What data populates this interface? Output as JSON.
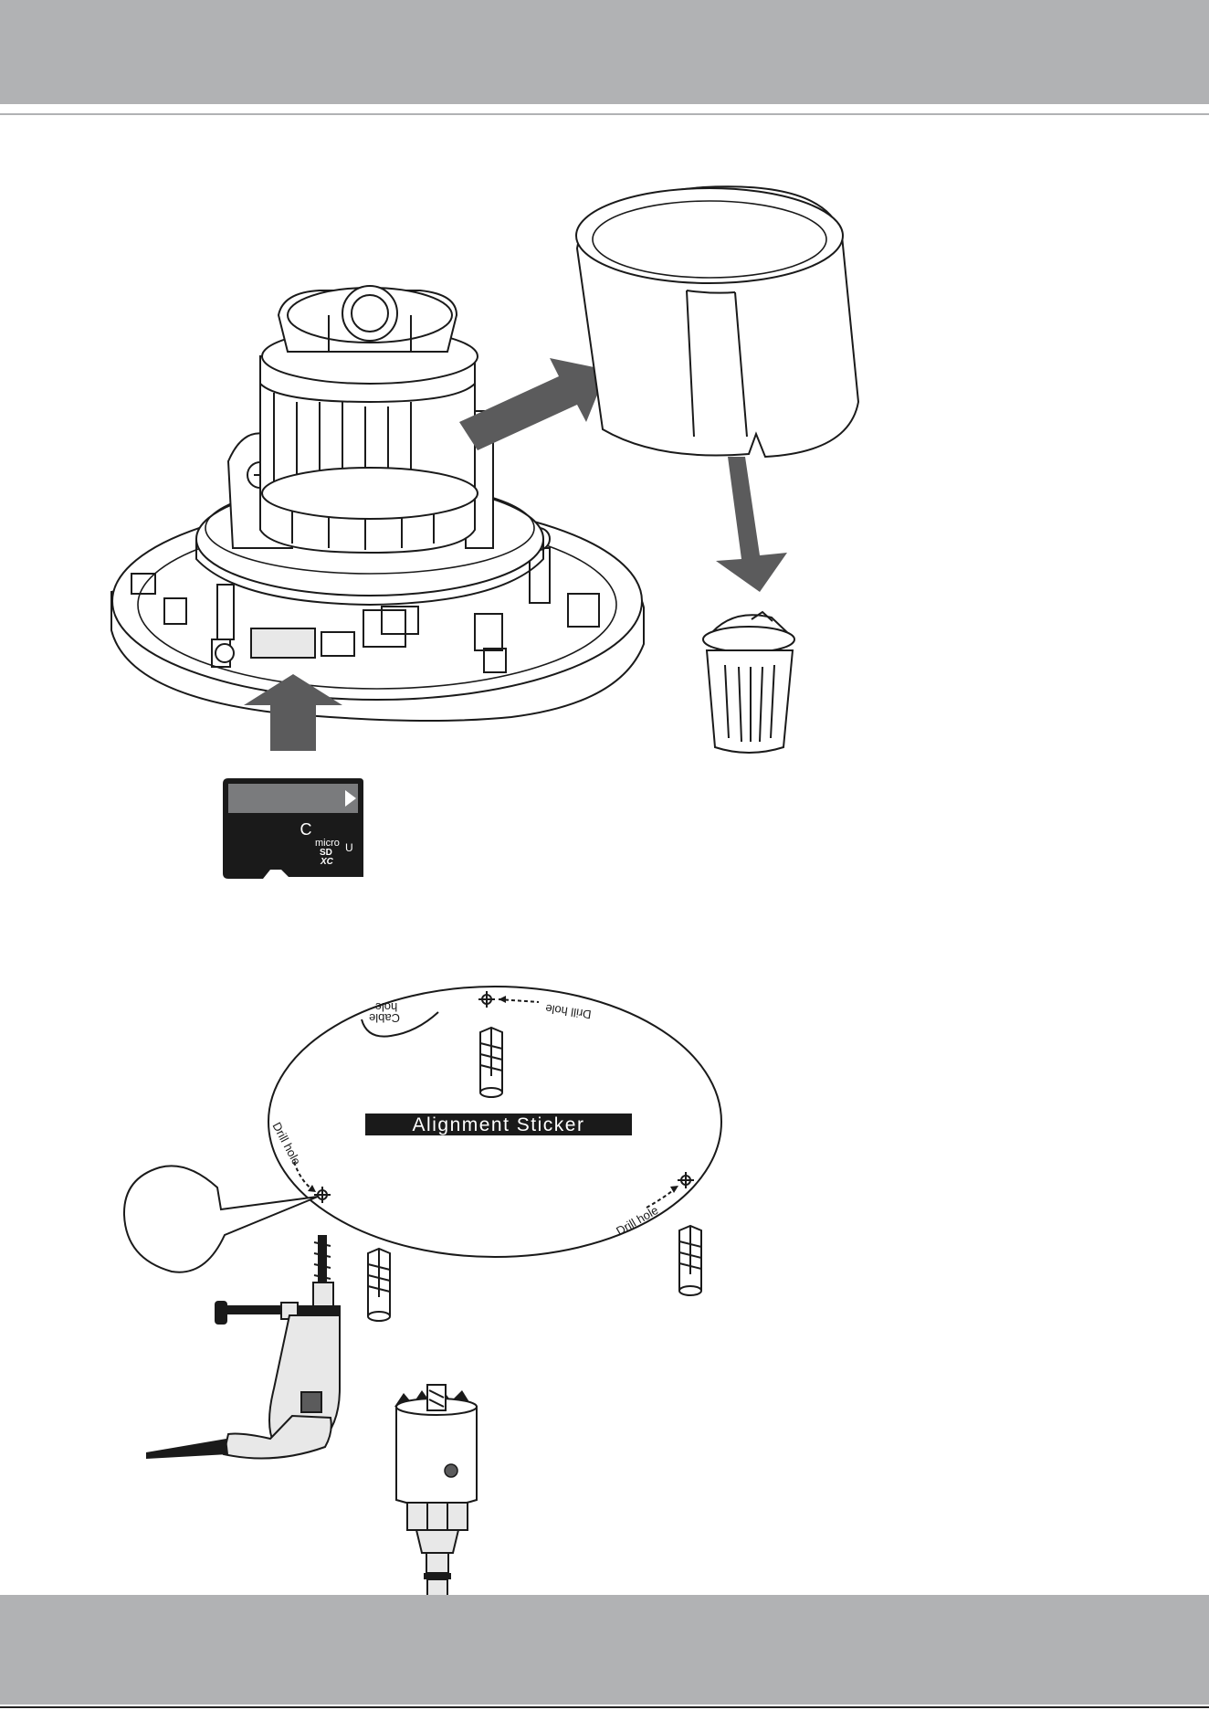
{
  "sticker": {
    "title": "Alignment Sticker",
    "cable_hole": [
      "Cable",
      "hole"
    ],
    "drill_hole_top": "Drill hole",
    "drill_hole_left": "Drill hole",
    "drill_hole_right": "Drill hole"
  },
  "sd_card": {
    "class_mark": "C",
    "logo_micro": "micro",
    "logo_sd": "SD",
    "logo_xc": "XC",
    "uhs_mark": "U"
  },
  "colors": {
    "band_gray": "#b1b2b4",
    "arrow_gray": "#5b5b5c",
    "label_black": "#1a1a1a"
  }
}
